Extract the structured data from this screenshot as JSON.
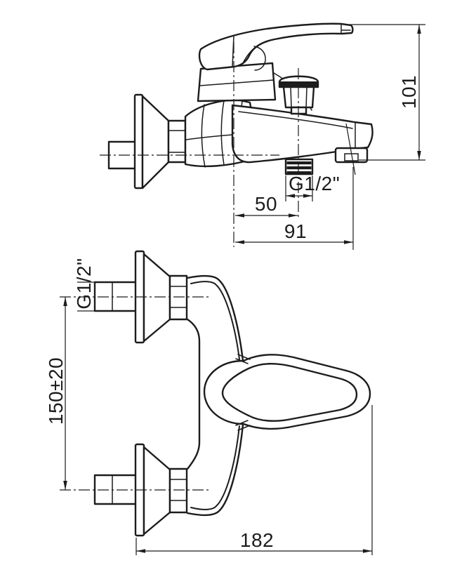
{
  "colors": {
    "line": "#1c1c1c",
    "background": "#ffffff"
  },
  "side": {
    "dims": {
      "height_101": "101",
      "outlet_thread": "G1/2\"",
      "diverter_offset_50": "50",
      "spout_reach_91": "91"
    }
  },
  "front": {
    "dims": {
      "inlet_thread": "G1/2\"",
      "inlet_spacing_150": "150±20",
      "overall_width_182": "182"
    }
  }
}
